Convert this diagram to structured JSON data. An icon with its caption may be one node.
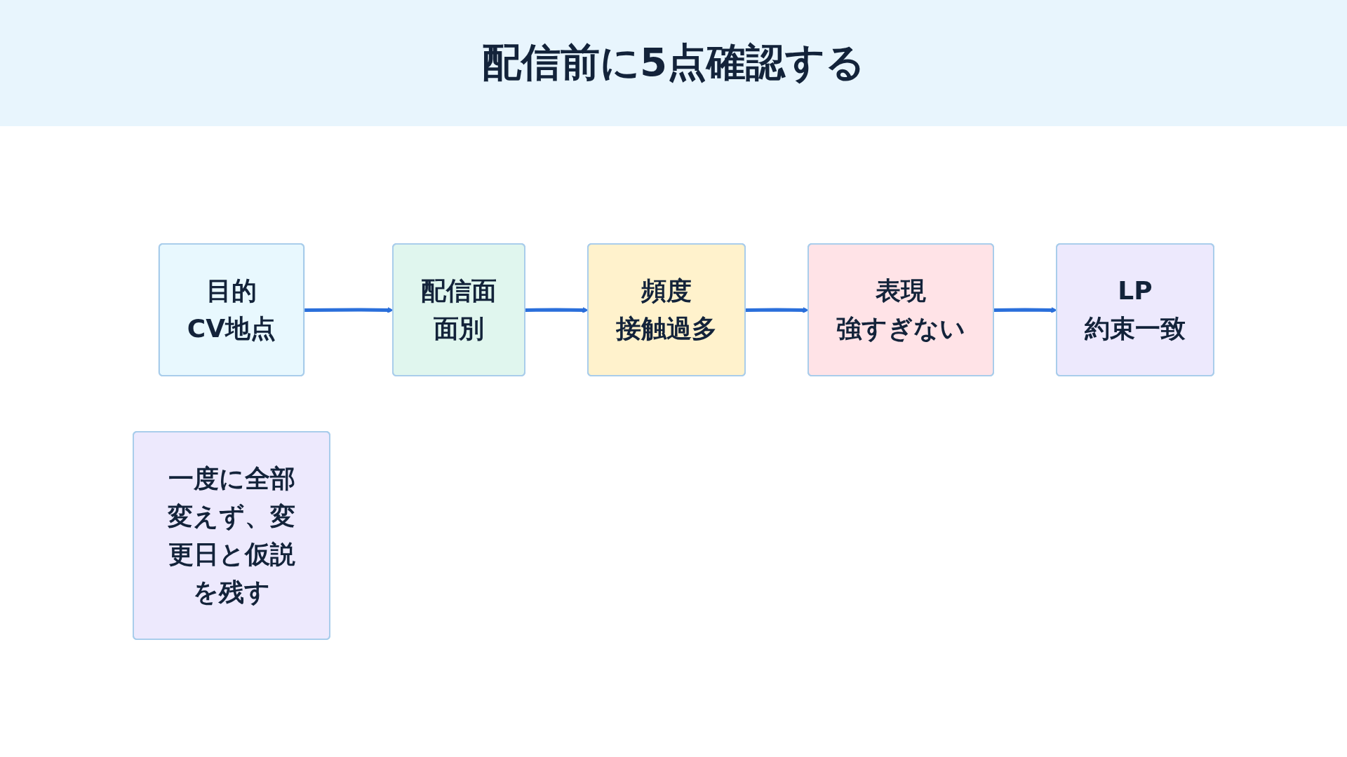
{
  "diagram": {
    "title": "配信前に5点確認する",
    "nodes": [
      {
        "text": [
          "目的",
          "CV地点"
        ]
      },
      {
        "text": [
          "配信面",
          "面別"
        ]
      },
      {
        "text": [
          "頻度",
          "接触過多"
        ]
      },
      {
        "text": [
          "表現",
          "強すぎない"
        ]
      },
      {
        "text": [
          "LP",
          "約束一致"
        ]
      },
      {
        "text": [
          "一度に全部変えず、変更日と仮説を残す"
        ]
      }
    ],
    "edges": [
      {
        "from": 0,
        "to": 1,
        "arrow": "to"
      },
      {
        "from": 1,
        "to": 2,
        "arrow": "to"
      },
      {
        "from": 2,
        "to": 3,
        "arrow": "to"
      },
      {
        "from": 3,
        "to": 4,
        "arrow": "to"
      }
    ]
  }
}
